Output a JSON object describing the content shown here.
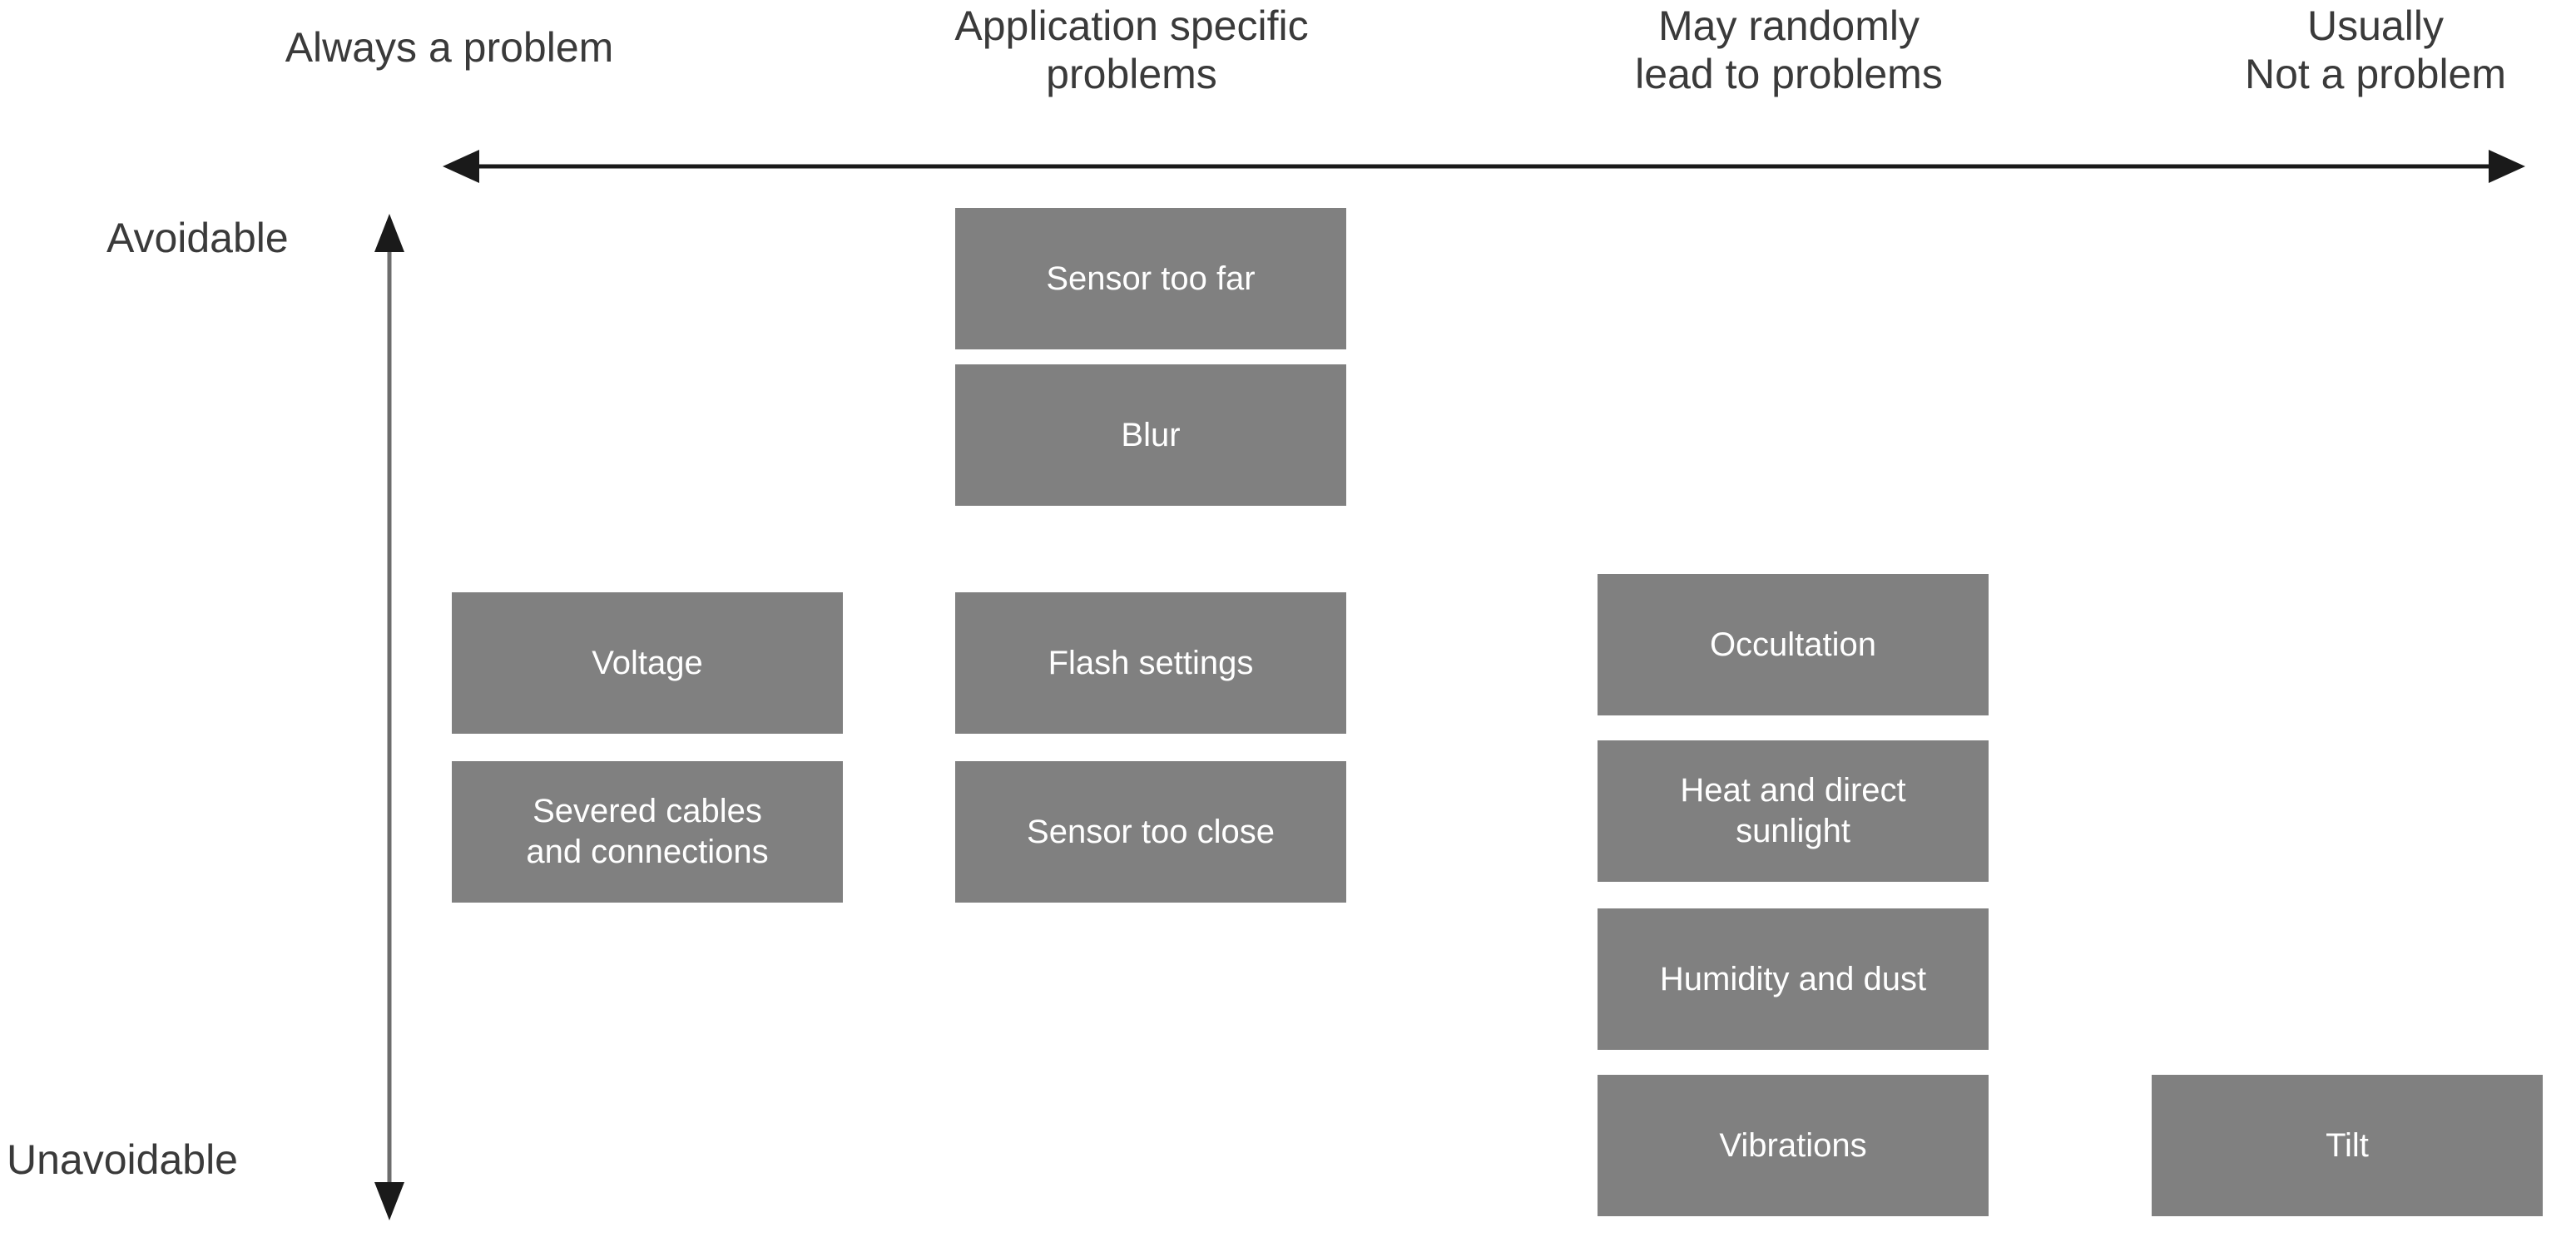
{
  "diagram": {
    "type": "2d-classification-matrix",
    "background_color": "#ffffff",
    "box_fill_color": "#808080",
    "box_text_color": "#ffffff",
    "axis_color": "#3a3a3a",
    "label_color": "#3a3a3a"
  },
  "x_axis": {
    "name": "problem-likelihood-axis",
    "arrow_style": "double-headed",
    "orientation": "horizontal",
    "categories": [
      {
        "id": "always",
        "label": "Always a problem"
      },
      {
        "id": "application-specific",
        "label": "Application specific\nproblems"
      },
      {
        "id": "may-randomly",
        "label": "May randomly\nlead to problems"
      },
      {
        "id": "usually-not",
        "label": "Usually\nNot a problem"
      }
    ]
  },
  "y_axis": {
    "name": "avoidability-axis",
    "arrow_style": "double-headed",
    "orientation": "vertical",
    "top_label": "Avoidable",
    "bottom_label": "Unavoidable"
  },
  "columns": [
    {
      "id": "always",
      "header": "Always a problem",
      "boxes": [
        {
          "label": "Voltage",
          "row": "middle"
        },
        {
          "label": "Severed cables\nand connections",
          "row": "middle-low"
        }
      ]
    },
    {
      "id": "application-specific",
      "header": "Application specific problems",
      "boxes": [
        {
          "label": "Sensor too far",
          "row": "top"
        },
        {
          "label": "Blur",
          "row": "upper"
        },
        {
          "label": "Flash settings",
          "row": "middle"
        },
        {
          "label": "Sensor too close",
          "row": "middle-low"
        }
      ]
    },
    {
      "id": "may-randomly",
      "header": "May randomly lead to problems",
      "boxes": [
        {
          "label": "Occultation",
          "row": "middle"
        },
        {
          "label": "Heat and direct\nsunlight",
          "row": "middle-low"
        },
        {
          "label": "Humidity and dust",
          "row": "low"
        },
        {
          "label": "Vibrations",
          "row": "bottom"
        }
      ]
    },
    {
      "id": "usually-not",
      "header": "Usually Not a problem",
      "boxes": [
        {
          "label": "Tilt",
          "row": "bottom"
        }
      ]
    }
  ]
}
